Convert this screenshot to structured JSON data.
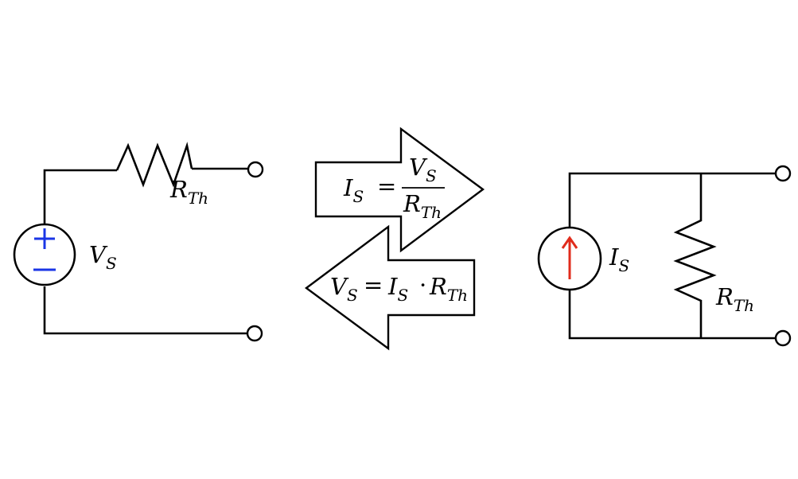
{
  "colors": {
    "line": "#000000",
    "voltage_source_polarity": "#1a35e6",
    "current_source_arrow": "#e02c1c",
    "background": "#ffffff"
  },
  "left_circuit": {
    "source_label": {
      "main": "V",
      "sub": "S"
    },
    "source_plus": "+",
    "source_minus": "−",
    "resistor_label": {
      "main": "R",
      "sub": "Th"
    }
  },
  "top_arrow": {
    "lhs": {
      "main": "I",
      "sub": "S"
    },
    "equals": "=",
    "numerator": {
      "main": "V",
      "sub": "S"
    },
    "denominator": {
      "main": "R",
      "sub": "Th"
    }
  },
  "bottom_arrow": {
    "lhs": {
      "main": "V",
      "sub": "S"
    },
    "equals": "=",
    "term1": {
      "main": "I",
      "sub": "S"
    },
    "dot": "·",
    "term2": {
      "main": "R",
      "sub": "Th"
    }
  },
  "right_circuit": {
    "source_label": {
      "main": "I",
      "sub": "S"
    },
    "resistor_label": {
      "main": "R",
      "sub": "Th"
    }
  }
}
